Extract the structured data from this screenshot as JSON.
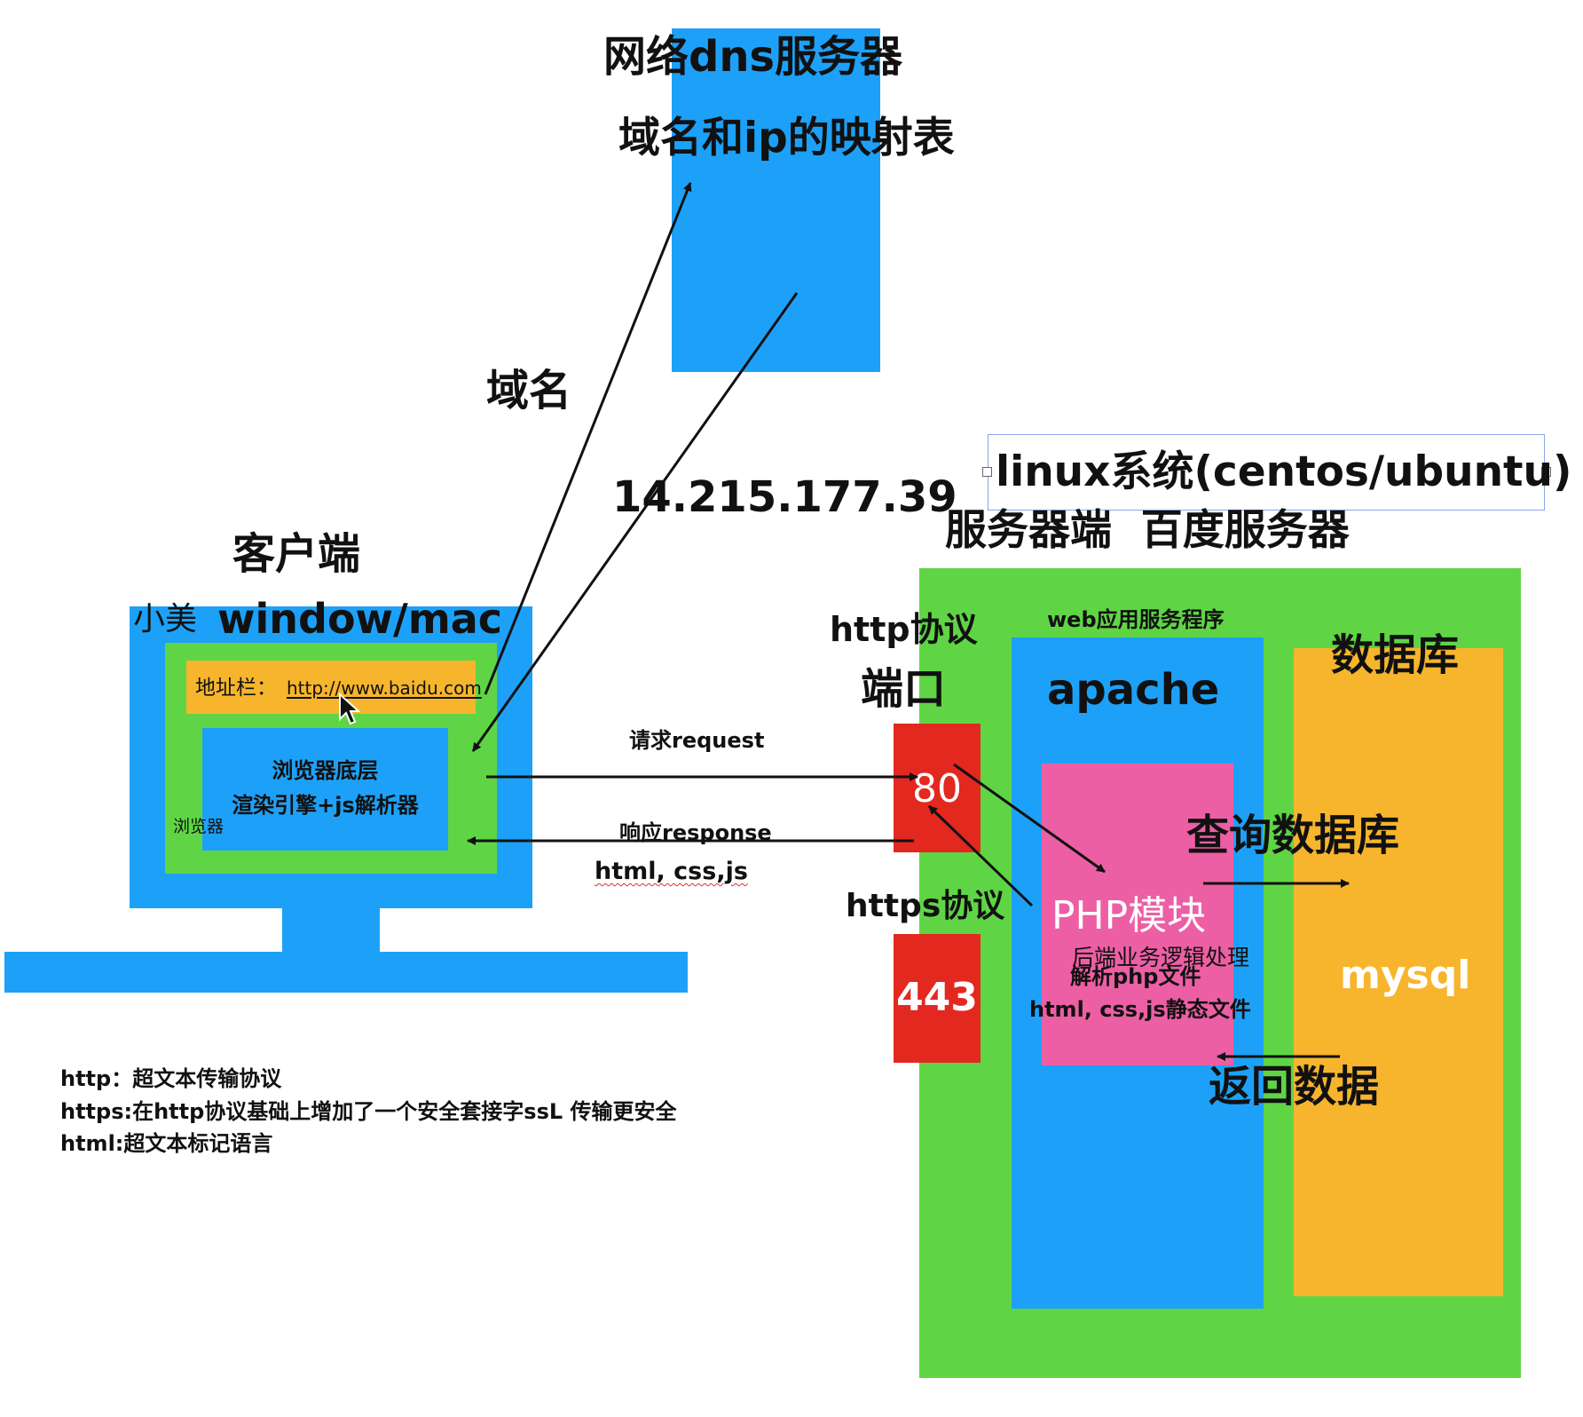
{
  "colors": {
    "blue": "#1da1f8",
    "green": "#5fd545",
    "orange": "#f6b52c",
    "red": "#e3281f",
    "pink": "#ec5fa4",
    "black": "#111111",
    "white": "#ffffff",
    "selection": "#8aa6e6"
  },
  "dns": {
    "title": "网络dns服务器",
    "subtitle": "域名和ip的映射表"
  },
  "flow": {
    "domain_label": "域名",
    "ip_label": "14.215.177.39",
    "request_label": "请求request",
    "response_label": "响应response",
    "response_content": "html, css,js"
  },
  "client": {
    "heading": "客户端",
    "user_os_prefix": "小美",
    "user_os": "window/mac",
    "address_bar_label": "地址栏：",
    "address_bar_url": "http://www.baidu.com",
    "engine_line1": "浏览器底层",
    "engine_line2": "渲染引擎+js解析器",
    "browser_label": "浏览器"
  },
  "server": {
    "os_box": "linux系统(centos/ubuntu)",
    "heading": "服务器端  百度服务器",
    "http_protocol": "http协议",
    "port_label": "端口",
    "port_http": "80",
    "https_protocol": "https协议",
    "port_https": "443",
    "web_app_label": "web应用服务程序",
    "apache": "apache",
    "php_module": "PHP模块",
    "php_line1": "后端业务逻辑处理",
    "php_line2": "解析php文件",
    "php_line3": "html, css,js静态文件",
    "database_label": "数据库",
    "mysql": "mysql",
    "query_db": "查询数据库",
    "return_data": "返回数据"
  },
  "notes": [
    "http：超文本传输协议",
    "https:在http协议基础上增加了一个安全套接字ssL 传输更安全",
    "html:超文本标记语言"
  ]
}
